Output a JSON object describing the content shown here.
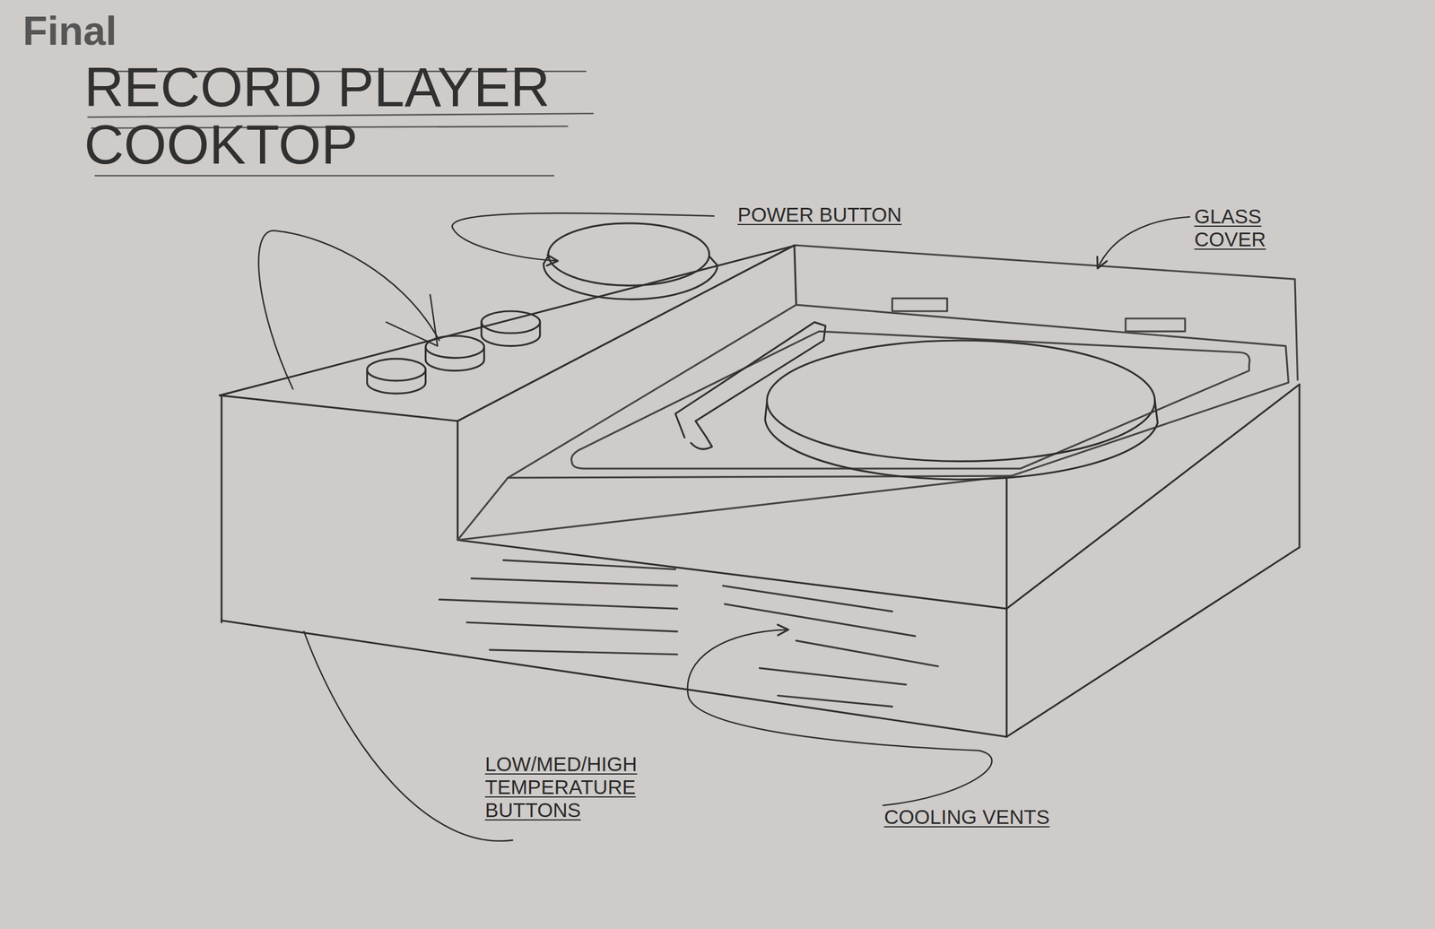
{
  "diagram": {
    "title": "RECORD PLAYER COOKTOP",
    "labels": [
      "Final",
      "POWER BUTTON",
      "GLASS COVER",
      "LOW/MED/HIGH TEMPERATURE BUTTONS",
      "COOLING VENTS"
    ]
  }
}
